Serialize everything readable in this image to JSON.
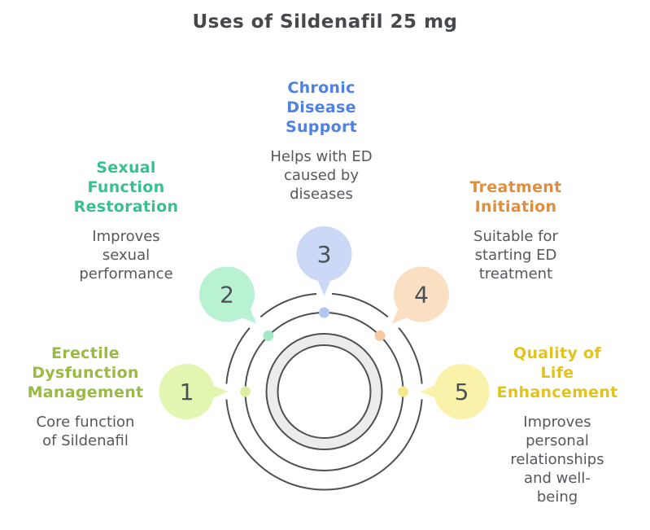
{
  "title": "Uses of Sildenafil 25 mg",
  "colors": {
    "title": "#45494d",
    "body_text": "#55585c",
    "ink": "#4b5054",
    "ring_stroke": "#4b5054",
    "donut_fill": "#ececec",
    "gap": "#ffffff",
    "background": "#ffffff"
  },
  "items": [
    {
      "number": "1",
      "heading": "Erectile\nDysfunction\nManagement",
      "description": "Core function\nof Sildenafil",
      "heading_color": "#99ba43",
      "bubble_color": "#e3f6b1",
      "dot_color": "#ddefa3"
    },
    {
      "number": "2",
      "heading": "Sexual\nFunction\nRestoration",
      "description": "Improves\nsexual\nperformance",
      "heading_color": "#38c08f",
      "bubble_color": "#b9f1d3",
      "dot_color": "#a2e9c6"
    },
    {
      "number": "3",
      "heading": "Chronic\nDisease\nSupport",
      "description": "Helps with ED\ncaused by\ndiseases",
      "heading_color": "#4d82e2",
      "bubble_color": "#ccd9f6",
      "dot_color": "#b3c6f1"
    },
    {
      "number": "4",
      "heading": "Treatment\nInitiation",
      "description": "Suitable for\nstarting ED\ntreatment",
      "heading_color": "#df8e3d",
      "bubble_color": "#fbdfc2",
      "dot_color": "#f6c9a2"
    },
    {
      "number": "5",
      "heading": "Quality of\nLife\nEnhancement",
      "description": "Improves\npersonal\nrelationships\nand well-\nbeing",
      "heading_color": "#e2c31d",
      "bubble_color": "#faf2ab",
      "dot_color": "#f5e78d"
    }
  ]
}
